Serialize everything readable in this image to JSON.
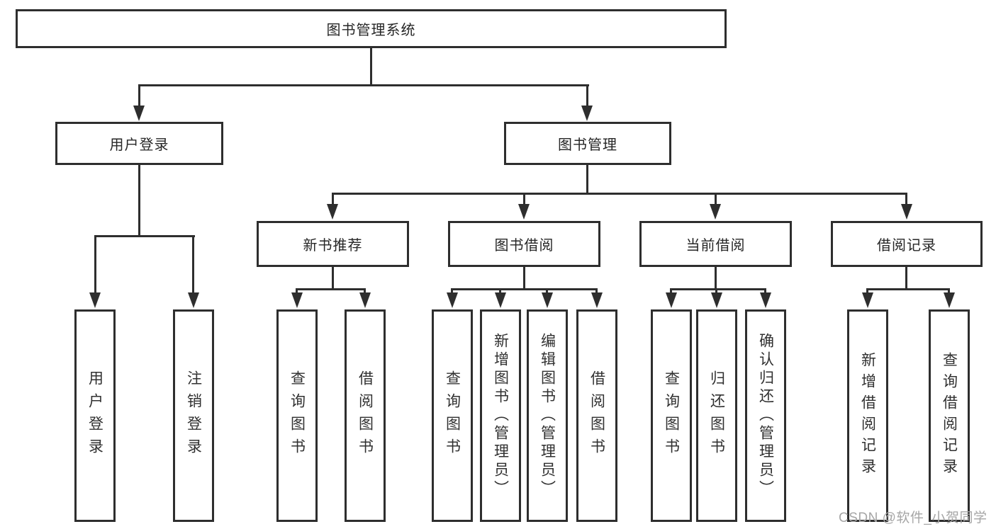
{
  "colors": {
    "line": "#2e2e2e",
    "background": "#ffffff",
    "watermark_gray": "#a6a6a6"
  },
  "icons": {
    "arrow_down_icon": "▼"
  },
  "tree": {
    "root": "图书管理系统",
    "branches": [
      {
        "label": "用户登录",
        "children": [
          "用户登录",
          "注销登录"
        ]
      },
      {
        "label": "图书管理",
        "groups": [
          {
            "label": "新书推荐",
            "children": [
              "查询图书",
              "借阅图书"
            ]
          },
          {
            "label": "图书借阅",
            "children": [
              "查询图书",
              "新增图书（管理员）",
              "编辑图书（管理员）",
              "借阅图书"
            ]
          },
          {
            "label": "当前借阅",
            "children": [
              "查询图书",
              "归还图书",
              "确认归还（管理员）"
            ]
          },
          {
            "label": "借阅记录",
            "children": [
              "新增借阅记录",
              "查询借阅记录"
            ]
          }
        ]
      }
    ]
  },
  "watermark": {
    "text": "CSDN @软件_小贺同学"
  }
}
